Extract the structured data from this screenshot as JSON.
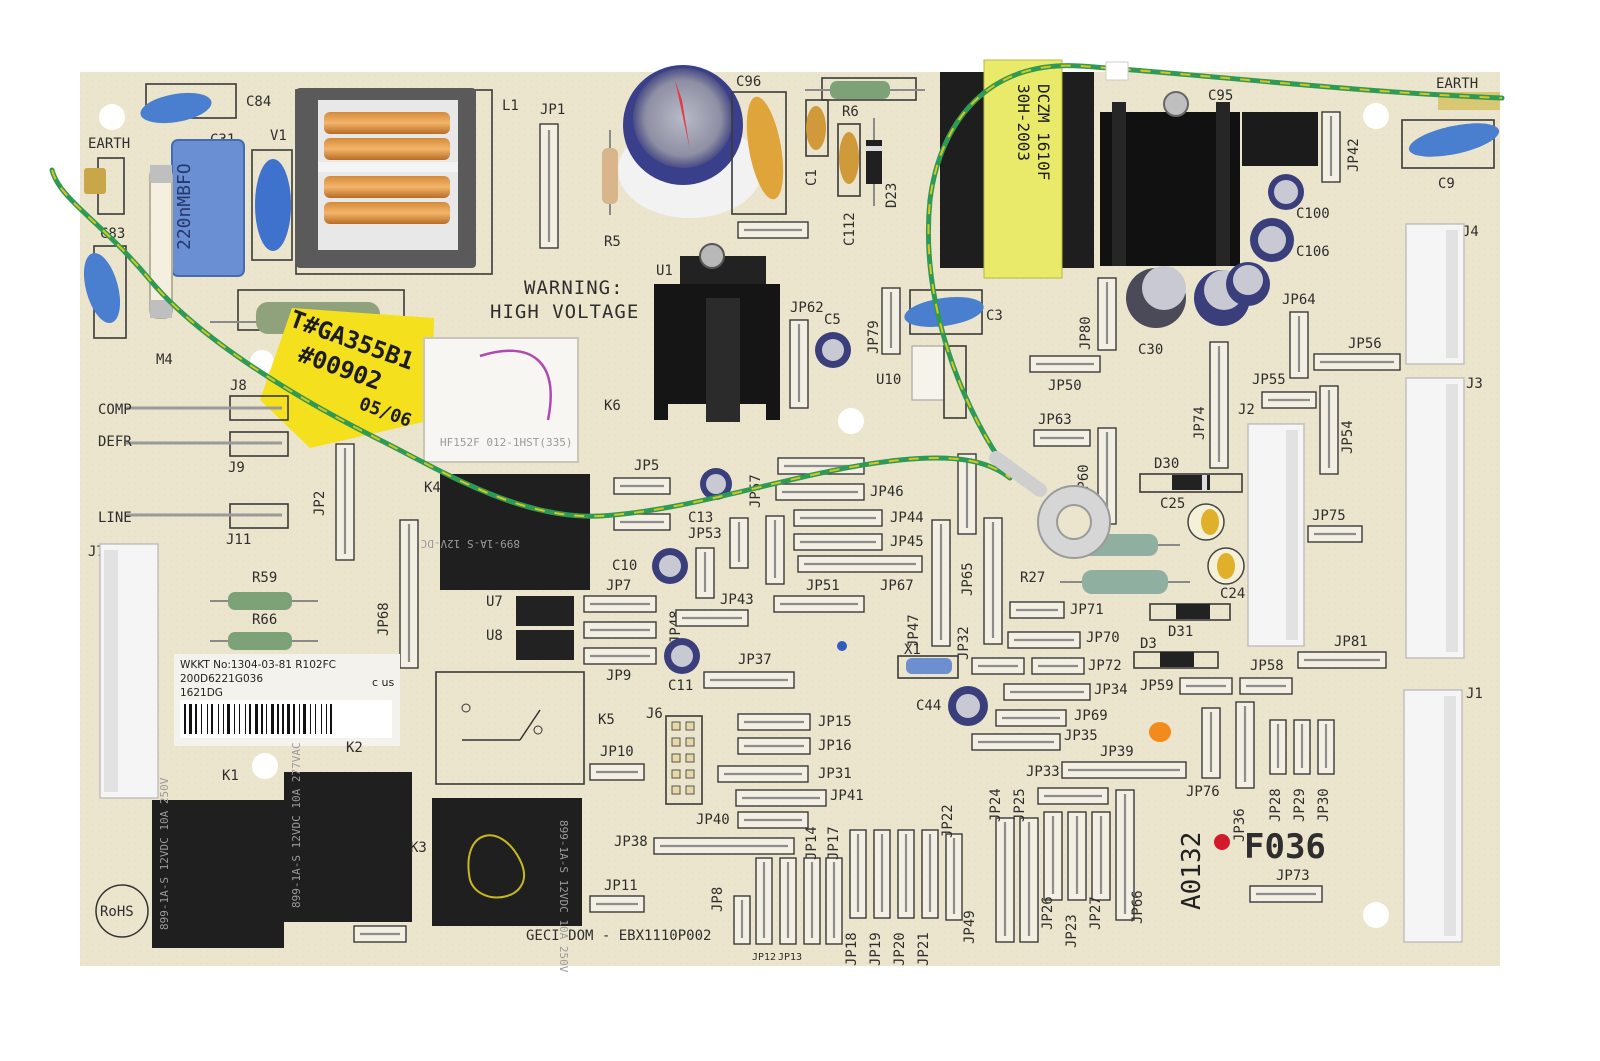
{
  "board": {
    "warning_line1": "WARNING:",
    "warning_line2": "HIGH VOLTAGE",
    "part_number": "GECI DOM - EBX1110P002",
    "code_f036": "F036",
    "code_a0132": "A0132",
    "rohs": "RoHS"
  },
  "sticker": {
    "line1": "WKKT  No:1304-03-81 R102FC",
    "line2": "200D6221G036",
    "line3": "1621DG",
    "mark": "c us"
  },
  "yellow_tag": {
    "line1": "T#GA355B1",
    "line2": "#00902",
    "line3": "05/06"
  },
  "transformer": {
    "line1": "30H-2003",
    "line2": "DCZM 1610F"
  },
  "components": {
    "C84": "C84",
    "C31": "C31",
    "V1": "V1",
    "L1": "L1",
    "JP1": "JP1",
    "C96": "C96",
    "R6": "R6",
    "EARTH_left": "EARTH",
    "EARTH_right": "EARTH",
    "C83": "C83",
    "M4": "M4",
    "R5": "R5",
    "C1": "C1",
    "C112": "C112",
    "D23": "D23",
    "C9": "C9",
    "JP42": "JP42",
    "C95": "C95",
    "C100": "C100",
    "C106": "C106",
    "U1": "U1",
    "JP62": "JP62",
    "C5": "C5",
    "JP79": "JP79",
    "C3": "C3",
    "JP80": "JP80",
    "C30": "C30",
    "JP64": "JP64",
    "J4": "J4",
    "JP56": "JP56",
    "U10": "U10",
    "JP50": "JP50",
    "JP55": "JP55",
    "J3": "J3",
    "J8": "J8",
    "COMP": "COMP",
    "DEFR": "DEFR",
    "J9": "J9",
    "K6": "K6",
    "JP63": "JP63",
    "JP74": "JP74",
    "J2": "J2",
    "JP54": "JP54",
    "LINE": "LINE",
    "J11": "J11",
    "JP2": "JP2",
    "K4": "K4",
    "JP5": "JP5",
    "JP46": "JP46",
    "D30": "D30",
    "C25": "C25",
    "JP75": "JP75",
    "JP44": "JP44",
    "JP45": "JP45",
    "C13": "C13",
    "JP53": "JP53",
    "C10": "C10",
    "JP67": "JP67",
    "JP65": "JP65",
    "R27": "R27",
    "C24": "C24",
    "J7": "J7",
    "R59": "R59",
    "R66": "R66",
    "JP68": "JP68",
    "U7": "U7",
    "U8": "U8",
    "JP7": "JP7",
    "JP48": "JP48",
    "JP43": "JP43",
    "JP51": "JP51",
    "JP47": "JP47",
    "JP71": "JP71",
    "D31": "D31",
    "JP32": "JP32",
    "JP70": "JP70",
    "D3": "D3",
    "JP81": "JP81",
    "JP9": "JP9",
    "C11": "C11",
    "JP37": "JP37",
    "X1": "X1",
    "JP72": "JP72",
    "JP58": "JP58",
    "JP59": "JP59",
    "C44": "C44",
    "JP34": "JP34",
    "J1": "J1",
    "K5": "K5",
    "J6": "J6",
    "JP15": "JP15",
    "JP16": "JP16",
    "JP69": "JP69",
    "JP35": "JP35",
    "JP10": "JP10",
    "JP39": "JP39",
    "K2": "K2",
    "K1": "K1",
    "JP31": "JP31",
    "JP33": "JP33",
    "JP76": "JP76",
    "JP41": "JP41",
    "JP36": "JP36",
    "JP28": "JP28",
    "JP29": "JP29",
    "JP30": "JP30",
    "K3": "K3",
    "JP40": "JP40",
    "JP14": "JP14",
    "JP17": "JP17",
    "JP22": "JP22",
    "JP24": "JP24",
    "JP25": "JP25",
    "JP38": "JP38",
    "JP11": "JP11",
    "JP8": "JP8",
    "JP12": "JP12",
    "JP13": "JP13",
    "JP18": "JP18",
    "JP19": "JP19",
    "JP20": "JP20",
    "JP21": "JP21",
    "JP49": "JP49",
    "JP26": "JP26",
    "JP23": "JP23",
    "JP27": "JP27",
    "JP66": "JP66",
    "JP73": "JP73",
    "JP57": "JP57",
    "JP60": "JP60"
  },
  "relays": {
    "K1_text": "899-1A-S  12VDC  10A 250V",
    "K2_text": "899-1A-S  12VDC  10A 277VAC",
    "K3_text": "899-1A-S  12VDC  10A 250V",
    "K4_text": "899-1A-S  12V-DC",
    "K6_text": "HF152F  012-1HST(335)"
  },
  "colors": {
    "board": "#ece5cd",
    "silkscreen": "#2e2e2e",
    "wire_green": "#2f9a53",
    "wire_yellow": "#d9c51e",
    "yellow_tag": "#f4e01c",
    "relay_black": "#1f1f1f",
    "connector_white": "#f5f5f5",
    "cap_blue": "#4a7fd0"
  }
}
